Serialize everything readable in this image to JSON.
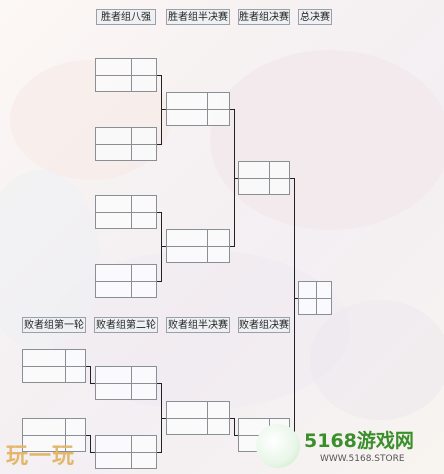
{
  "headers": {
    "winners_r8": "胜者组八强",
    "winners_semi": "胜者组半决赛",
    "winners_final": "胜者组决赛",
    "grand_final": "总决赛",
    "losers_r1": "败者组第一轮",
    "losers_r2": "败者组第二轮",
    "losers_semi": "败者组半决赛",
    "losers_final": "败者组决赛"
  },
  "watermarks": {
    "left": "玩一玩",
    "brand": "5168游戏网",
    "url": "WWW.5168.STORE"
  },
  "colors": {
    "line": "#222222",
    "slot_border": "#8a8f96",
    "label_bg": "#eef0f3",
    "brand_green": "#3a8f2a",
    "watermark_gold": "#e3b76b"
  }
}
